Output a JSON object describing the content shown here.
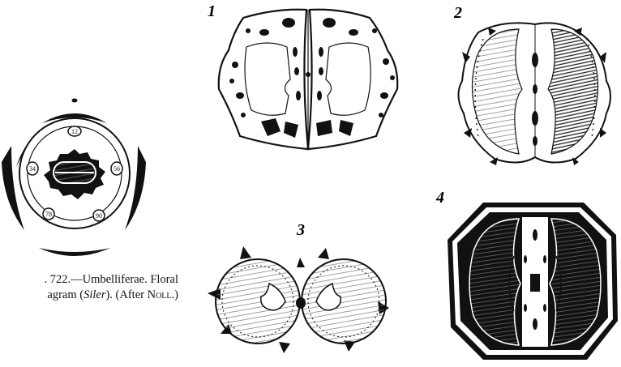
{
  "figure": {
    "numbers": [
      "1",
      "2",
      "3",
      "4"
    ],
    "caption": {
      "line1": ". 722.—Umbelliferae.  Floral",
      "line2_pre": "agram (",
      "line2_italic": "Siler",
      "line2_mid": ").  (After ",
      "line2_name": "Noll",
      "line2_post": ".)"
    },
    "floral_diagram_labels": [
      "12",
      "34",
      "56",
      "78",
      "90"
    ],
    "colors": {
      "ink": "#111111",
      "paper": "#ffffff",
      "hatch": "#555555"
    }
  }
}
